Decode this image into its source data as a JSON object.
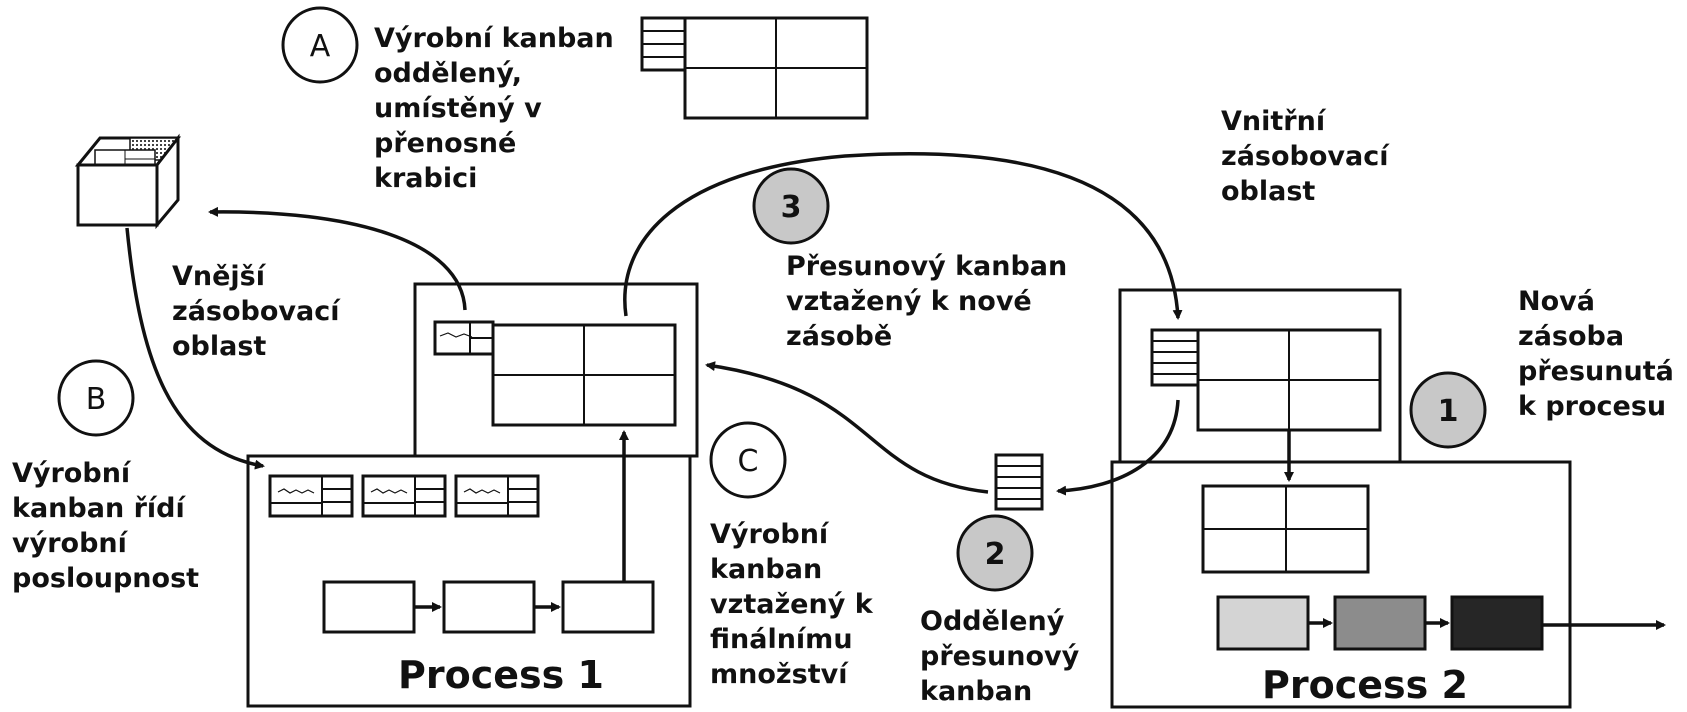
{
  "labels": {
    "a_lines": [
      "Výrobní kanban",
      "oddělený,",
      "umístěný v",
      "přenosné",
      "krabici"
    ],
    "outer_lines": [
      "Vnější",
      "zásobovací",
      "oblast"
    ],
    "inner_lines": [
      "Vnitřní",
      "zásobovací",
      "oblast"
    ],
    "move_new_lines": [
      "Přesunový kanban",
      "vztažený k nové",
      "zásobě"
    ],
    "new_stock_lines": [
      "Nová",
      "zásoba",
      "přesunutá",
      "k procesu"
    ],
    "b_lines": [
      "Výrobní",
      "kanban řídí",
      "výrobní",
      "posloupnost"
    ],
    "c_lines": [
      "Výrobní",
      "kanban",
      "vztažený k",
      "finálnímu",
      "množství"
    ],
    "sep_lines": [
      "Oddělený",
      "přesunový",
      "kanban"
    ]
  },
  "processes": {
    "p1": "Process 1",
    "p2": "Process 2"
  },
  "markers": {
    "a": "A",
    "b": "B",
    "c": "C",
    "one": "1",
    "two": "2",
    "three": "3"
  },
  "colors": {
    "ink": "#111111",
    "marker_fill": "#c8c8c8",
    "light_block": "#d4d4d4",
    "mid_block": "#8c8c8c",
    "dark_block": "#262626"
  }
}
